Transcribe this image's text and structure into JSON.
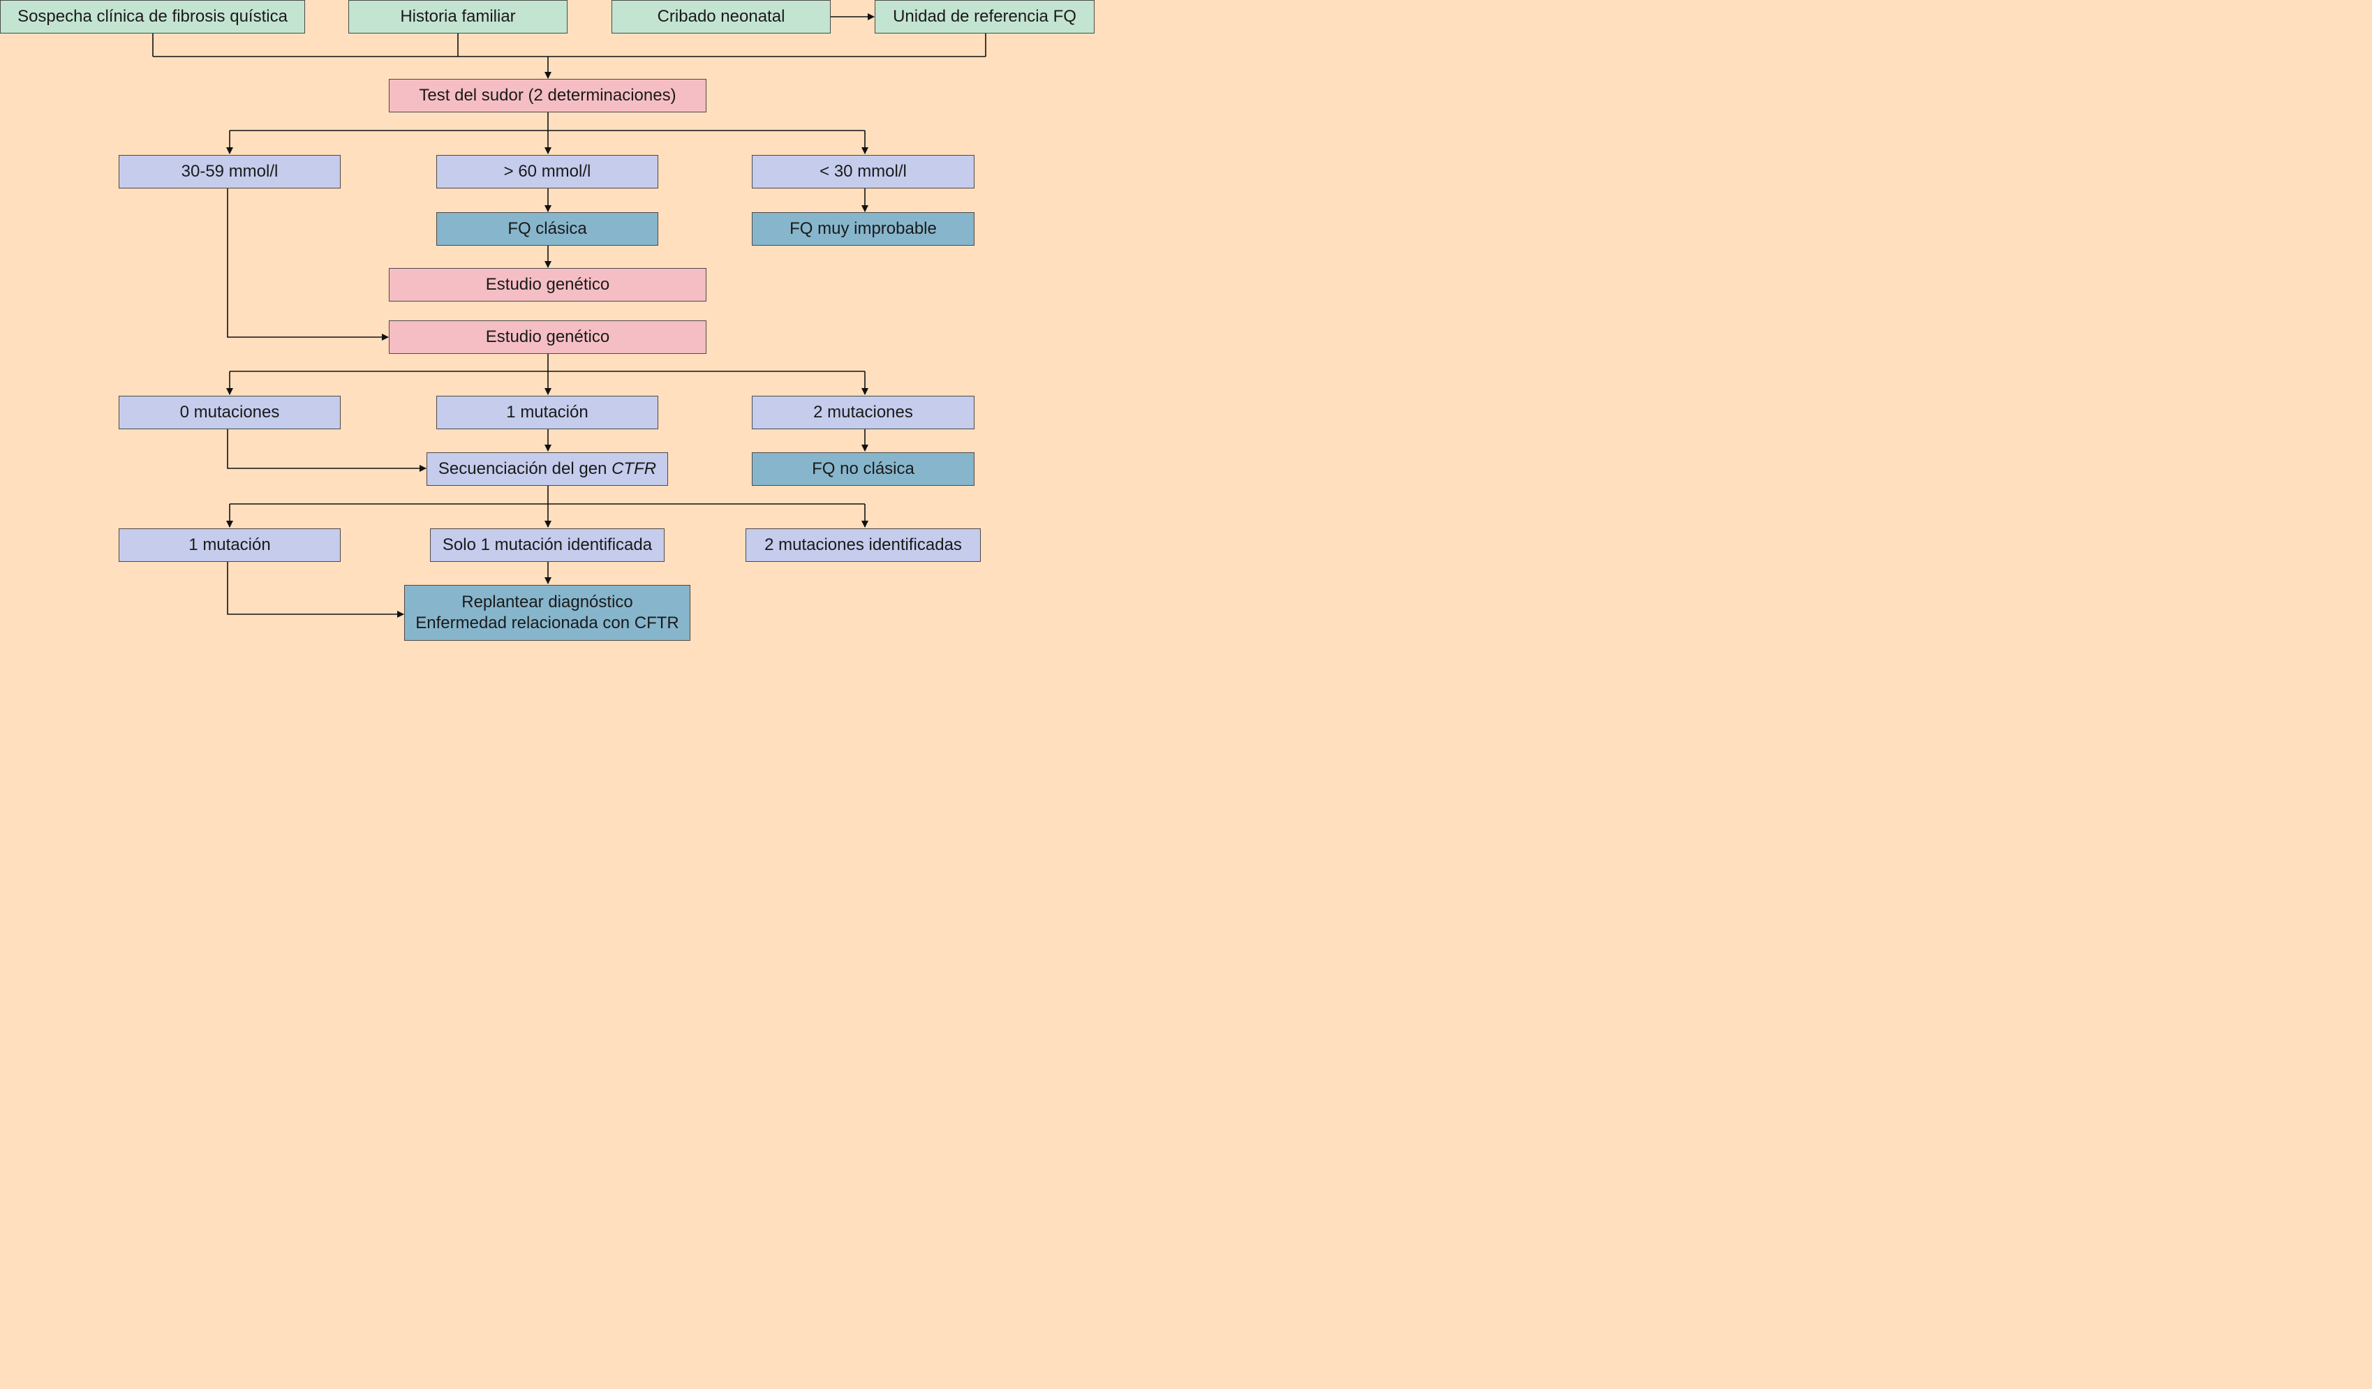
{
  "nodes": {
    "sospecha": "Sospecha clínica de fibrosis quística",
    "historia": "Historia familiar",
    "cribado": "Cribado neonatal",
    "unidad": "Unidad de referencia FQ",
    "test_sudor": "Test del sudor (2 determinaciones)",
    "r_30_59": "30-59 mmol/l",
    "r_gt60": "> 60 mmol/l",
    "r_lt30": "< 30 mmol/l",
    "fq_clasica": "FQ clásica",
    "fq_improbable": "FQ muy improbable",
    "estudio_genetico_1": "Estudio genético",
    "estudio_genetico_2": "Estudio genético",
    "mut_0": "0 mutaciones",
    "mut_1": "1 mutación",
    "mut_2": "2 mutaciones",
    "secuenciacion_prefix": "Secuenciación del gen ",
    "secuenciacion_gene": "CTFR",
    "fq_no_clasica": "FQ no clásica",
    "mut_1_b": "1 mutación",
    "solo_1": "Solo 1 mutación identificada",
    "dos_identificadas": "2 mutaciones identificadas",
    "replantear_line1": "Replantear diagnóstico",
    "replantear_line2": "Enfermedad relacionada con CFTR"
  },
  "colors": {
    "background": "#FFDFBE",
    "entry": "#C3E4D1",
    "test": "#F5BEC4",
    "result": "#C5CCEC",
    "outcome": "#87B6CC"
  }
}
